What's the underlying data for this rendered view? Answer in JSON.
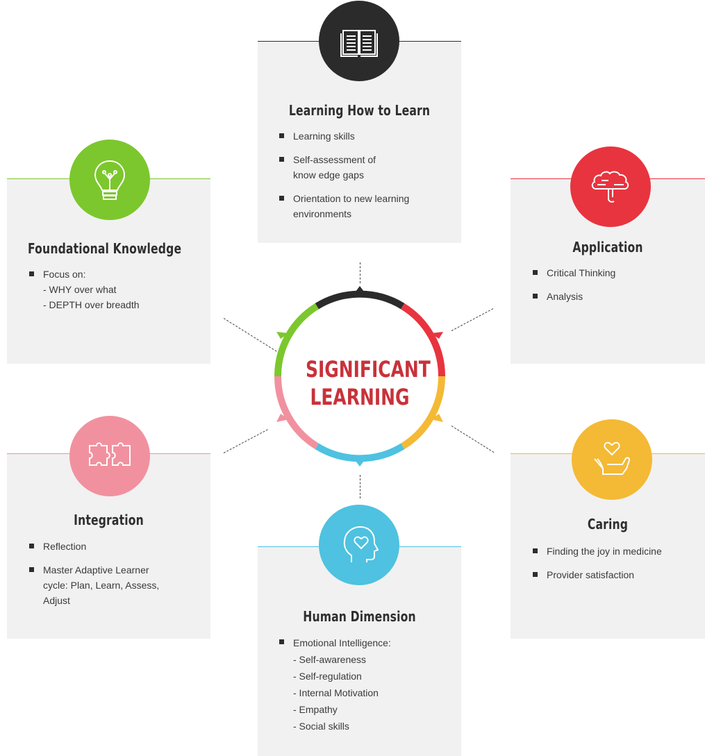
{
  "center": {
    "line1": "SIGNIFICANT",
    "line2": "LEARNING"
  },
  "colors": {
    "black": "#2b2b2b",
    "red": "#e8343f",
    "yellow": "#f4b935",
    "blue": "#4ec2e0",
    "pink": "#f1919f",
    "green": "#7cc72d",
    "center_text": "#c8323a",
    "panel": "#f1f1f1"
  },
  "sections": {
    "learning": {
      "title": "Learning How to Learn",
      "icon": "book-icon",
      "items": [
        "Learning skills",
        "Self-assessment of",
        "know edge gaps",
        "Orientation to new learning",
        "environments"
      ]
    },
    "foundational": {
      "title": "Foundational Knowledge",
      "icon": "lightbulb-icon",
      "items": [
        "Focus on:",
        "- WHY over what",
        "- DEPTH over breadth"
      ]
    },
    "application": {
      "title": "Application",
      "icon": "brain-icon",
      "items": [
        "Critical Thinking",
        "Analysis"
      ]
    },
    "integration": {
      "title": "Integration",
      "icon": "puzzle-icon",
      "items": [
        "Reflection",
        "Master Adaptive Learner",
        "cycle: Plan, Learn, Assess,",
        "Adjust"
      ]
    },
    "caring": {
      "title": "Caring",
      "icon": "heart-hands-icon",
      "items": [
        "Finding the joy in medicine",
        "Provider satisfaction"
      ]
    },
    "human": {
      "title": "Human Dimension",
      "icon": "head-heart-icon",
      "items": [
        "Emotional Intelligence:",
        "- Self-awareness",
        "- Self-regulation",
        "- Internal Motivation",
        "- Empathy",
        "- Social skills"
      ]
    }
  }
}
